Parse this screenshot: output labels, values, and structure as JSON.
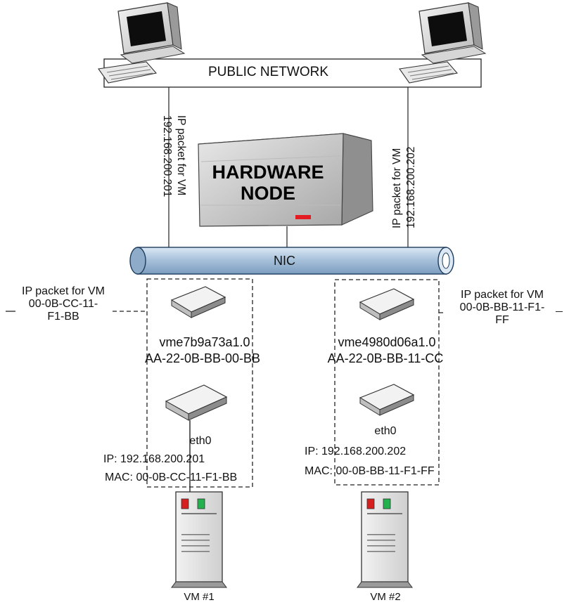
{
  "network": {
    "label": "PUBLIC NETWORK"
  },
  "hardware_node": {
    "line1": "HARDWARE",
    "line2": "NODE"
  },
  "nic": {
    "label": "NIC"
  },
  "packets": {
    "left_vertical": {
      "line1": "IP packet for VM",
      "line2": "192.168.200.201"
    },
    "right_vertical": {
      "line1": "IP packet for VM",
      "line2": "192.168.200.202"
    },
    "vm1_side": {
      "line1": "IP packet for VM",
      "line2": "00-0B-CC-11-",
      "line3": "F1-BB"
    },
    "vm2_side": {
      "line1": "IP packet for VM",
      "line2": "00-0B-BB-11-F1-",
      "line3": "FF"
    }
  },
  "vm1": {
    "bridge_name": "vme7b9a73a1.0",
    "bridge_mac": "AA-22-0B-BB-00-BB",
    "iface": "eth0",
    "ip": "IP: 192.168.200.201",
    "mac": "MAC: 00-0B-CC-11-F1-BB",
    "label": "VM #1"
  },
  "vm2": {
    "bridge_name": "vme4980d06a1.0",
    "bridge_mac": "AA-22-0B-BB-11-CC",
    "iface": "eth0",
    "ip": "IP: 192.168.200.202",
    "mac": "MAC: 00-0B-BB-11-F1-FF",
    "label": "VM #2"
  },
  "colors": {
    "nic_fill": "#a9c3dc",
    "nic_stroke": "#1d3b5c",
    "node_face": "#c9c9c9",
    "node_top": "#e7e7e7",
    "indicator": "#e31b23",
    "led_red": "#d62020",
    "led_green": "#22b14c"
  }
}
